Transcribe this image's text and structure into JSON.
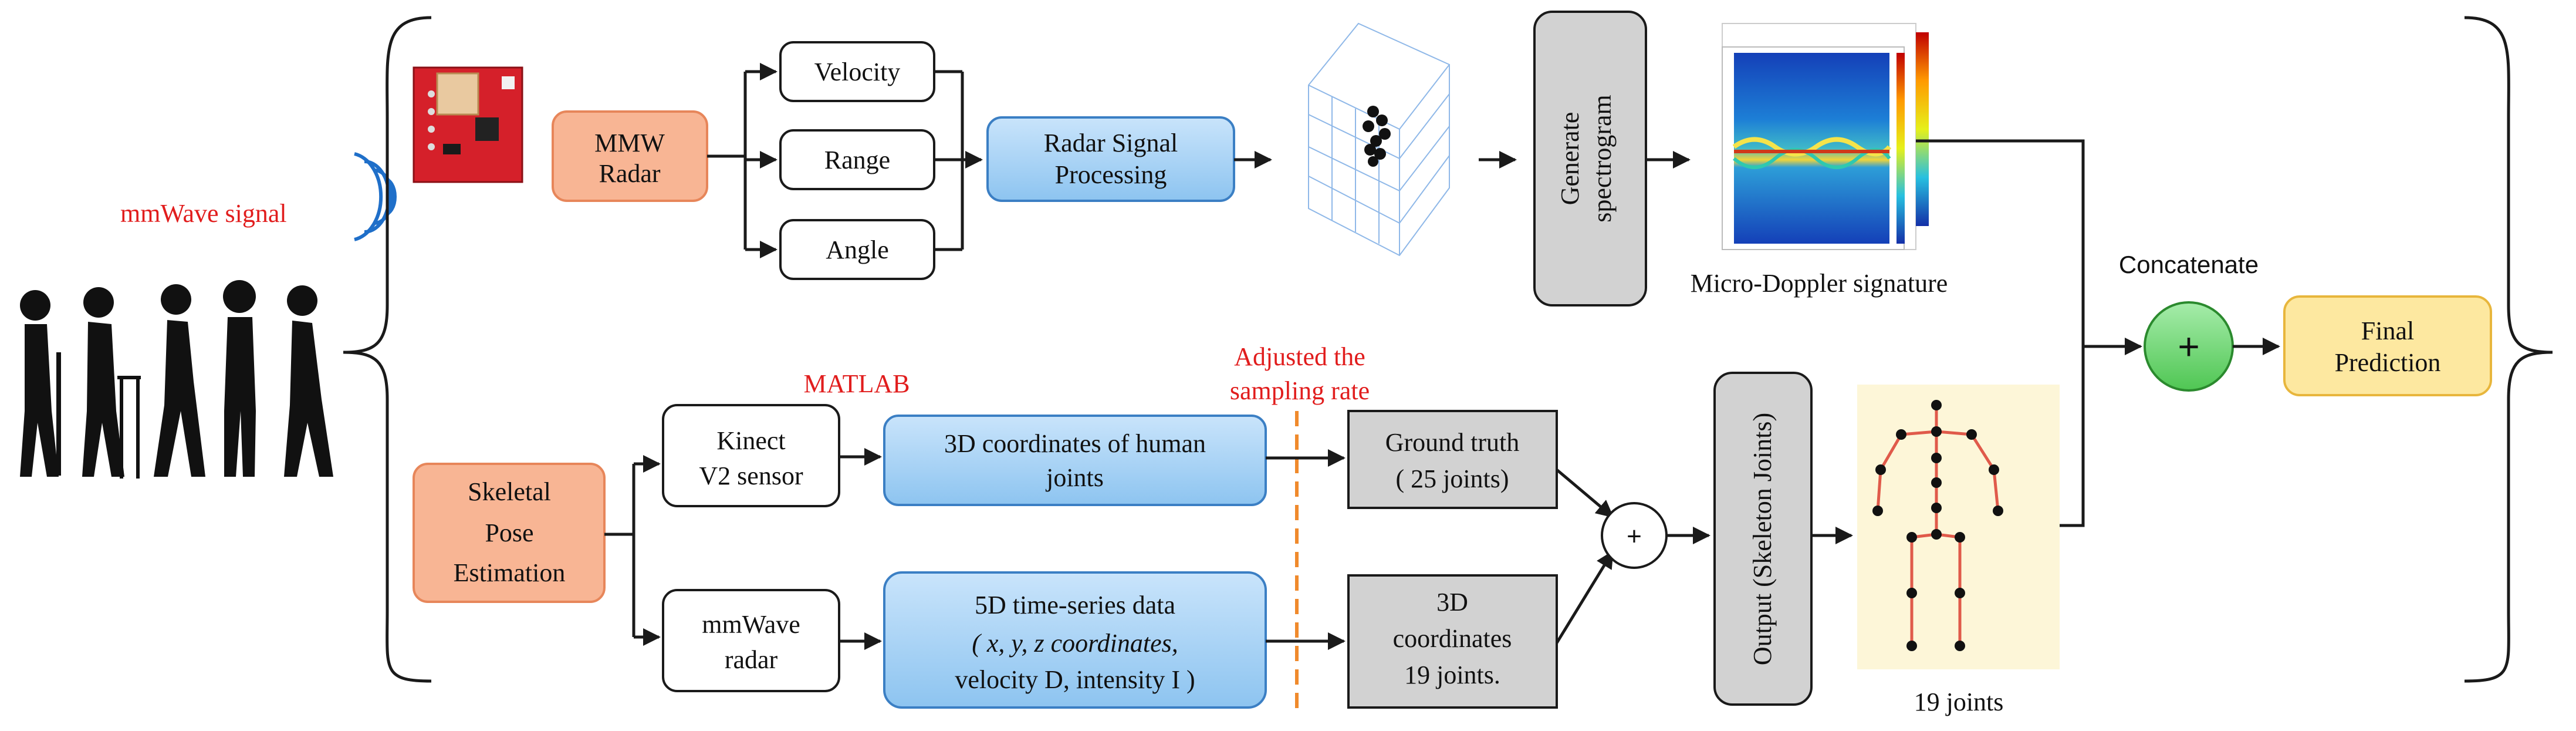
{
  "labels": {
    "mmwave_signal": "mmWave signal",
    "mmw_radar": [
      "MMW",
      "Radar"
    ],
    "velocity": "Velocity",
    "range": "Range",
    "angle": "Angle",
    "radar_signal_processing": [
      "Radar Signal",
      "Processing"
    ],
    "generate_spectrogram": [
      "Generate",
      "spectrogram"
    ],
    "micro_doppler_signature": "Micro-Doppler signature",
    "concatenate": "Concatenate",
    "plus": "+",
    "final_prediction": [
      "Final",
      "Prediction"
    ],
    "matlab": "MATLAB",
    "adjusted_sampling": [
      "Adjusted the",
      "sampling rate"
    ],
    "skeletal_pose_estimation": [
      "Skeletal",
      "Pose",
      "Estimation"
    ],
    "kinect_sensor": [
      "Kinect",
      "V2 sensor"
    ],
    "coords_3d": [
      "3D coordinates of human",
      "joints"
    ],
    "ground_truth": [
      "Ground truth",
      "( 25 joints)"
    ],
    "mmwave_radar": [
      "mmWave",
      "radar"
    ],
    "timeseries_5d": [
      "5D time-series data",
      "( x, y, z coordinates,",
      "velocity D, intensity I )"
    ],
    "coords_3d_19": [
      "3D",
      "coordinates",
      "19 joints."
    ],
    "output_skeleton": "Output (Skeleton Joints)",
    "joints_19": "19 joints"
  },
  "colors": {
    "blue_box": "#a9d3f5",
    "orange_box": "#f8b594",
    "yellow_box": "#fde8a0",
    "gray_box": "#d2d2d2",
    "green_circle": "#6fd66f",
    "annotation_red": "#e11d1d",
    "dashed_line": "#f08a2c",
    "skeleton_bone": "#e05a4a",
    "skeleton_bg": "#fdf6d8"
  },
  "icons": [
    "walking-people-icon",
    "radar-board-icon",
    "wave-signal-icon",
    "point-cloud-3d-icon",
    "spectrogram-image",
    "skeleton-figure-icon"
  ]
}
